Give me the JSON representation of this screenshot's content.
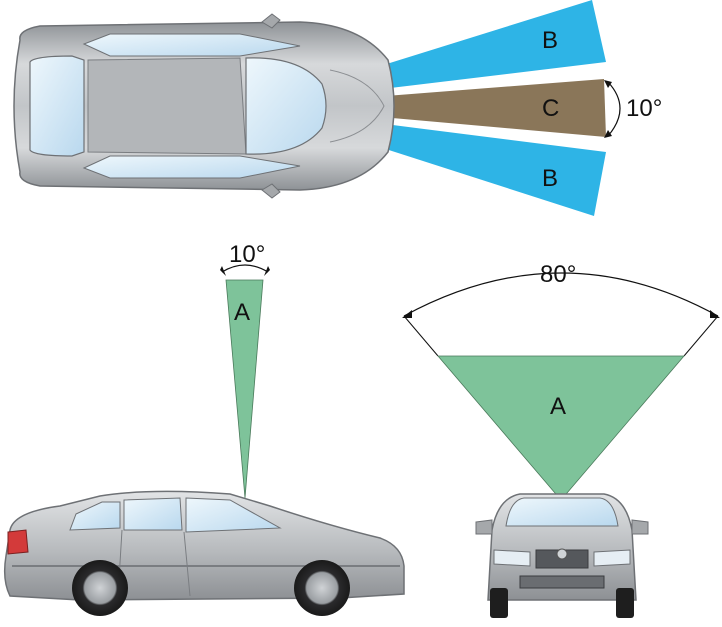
{
  "top_view": {
    "zone_upper_label": "B",
    "zone_center_label": "C",
    "zone_lower_label": "B",
    "angle_label": "10°"
  },
  "side_view": {
    "zone_label": "A",
    "angle_label": "10°"
  },
  "front_view": {
    "zone_label": "A",
    "angle_label": "80°"
  },
  "colors": {
    "zone_b": "#2eb4e6",
    "zone_c": "#8a7659",
    "zone_a": "#7ec39a",
    "car_body": "#b9bcbf",
    "glass": "#d8ecf8"
  }
}
